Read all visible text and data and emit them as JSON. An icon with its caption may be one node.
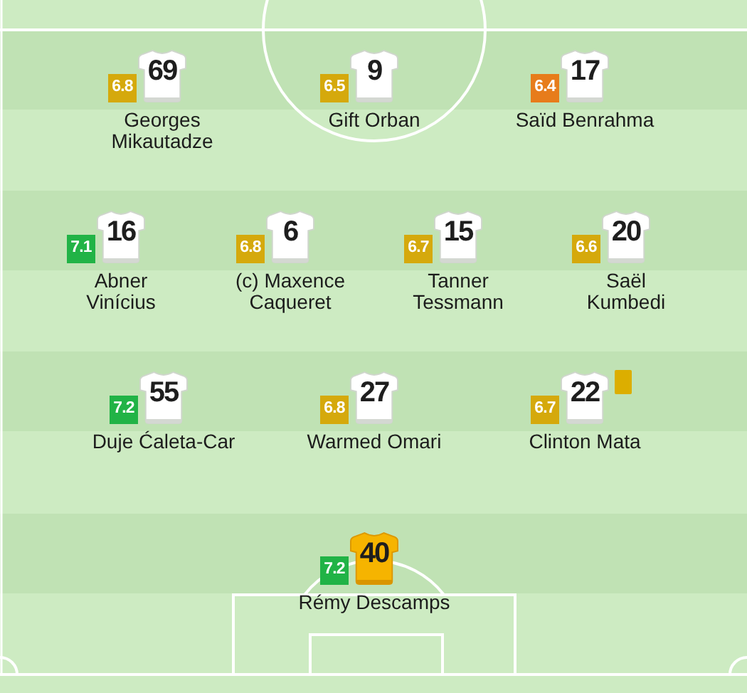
{
  "diagram": {
    "nodes": [
      {
        "text": [
          "6.8"
        ]
      },
      {
        "text": [
          "69"
        ],
        "beside": [
          "Georges Mikautadze"
        ]
      },
      {
        "text": [
          "6.5"
        ]
      },
      {
        "text": [
          "9"
        ],
        "beside": [
          "Gift Orban"
        ]
      },
      {
        "text": [
          "6.4"
        ]
      },
      {
        "text": [
          "17"
        ],
        "beside": [
          "Saïd Benrahma"
        ]
      },
      {
        "text": [
          "7.1"
        ]
      },
      {
        "text": [
          "16"
        ],
        "beside": [
          "Abner Vinícius"
        ]
      },
      {
        "text": [
          "6.8"
        ]
      },
      {
        "text": [
          "6"
        ],
        "beside": [
          "(c) Maxence Caqueret"
        ]
      },
      {
        "text": [
          "6.7"
        ]
      },
      {
        "text": [
          "15"
        ],
        "beside": [
          "Tanner Tessmann"
        ]
      },
      {
        "text": [
          "6.6"
        ]
      },
      {
        "text": [
          "20"
        ],
        "beside": [
          "Saël Kumbedi"
        ]
      },
      {
        "text": [
          "7.2"
        ]
      },
      {
        "text": [
          "55"
        ],
        "beside": [
          "Duje Ćaleta-Car"
        ]
      },
      {
        "text": [
          "6.8"
        ]
      },
      {
        "text": [
          "27"
        ],
        "beside": [
          "Warmed Omari"
        ]
      },
      {
        "text": [
          "6.7"
        ]
      },
      {
        "text": [
          "22"
        ],
        "beside": [
          "Clinton Mata"
        ]
      },
      {
        "text": [],
        "shape": "box"
      },
      {
        "text": [
          "7.2"
        ]
      },
      {
        "text": [
          "40"
        ],
        "beside": [
          "Rémy Descamps"
        ]
      }
    ]
  }
}
